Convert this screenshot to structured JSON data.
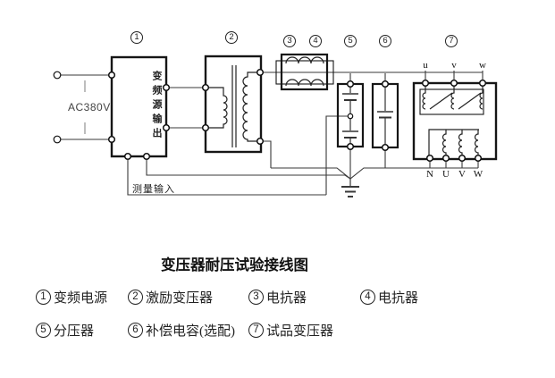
{
  "title": "变压器耐压试验接线图",
  "diagram": {
    "input_label": "AC380V",
    "inverter_output_label": "变频源输出",
    "measure_input_label": "测量输入",
    "numbers": {
      "n1": "1",
      "n2": "2",
      "n3": "3",
      "n4": "4",
      "n5": "5",
      "n6": "6",
      "n7": "7"
    },
    "hv_terminals": {
      "u": "u",
      "v": "v",
      "w": "w"
    },
    "lv_terminals": {
      "n": "N",
      "u": "U",
      "v": "V",
      "w": "W"
    }
  },
  "legend": {
    "items": [
      {
        "num": "1",
        "label": "变频电源"
      },
      {
        "num": "2",
        "label": "激励变压器"
      },
      {
        "num": "3",
        "label": "电抗器"
      },
      {
        "num": "4",
        "label": "电抗器"
      },
      {
        "num": "5",
        "label": "分压器"
      },
      {
        "num": "6",
        "label": "补偿电容(选配)"
      },
      {
        "num": "7",
        "label": "试品变压器"
      }
    ]
  },
  "colors": {
    "wire": "#3a3a3a",
    "box": "#161616",
    "text": "#222222"
  }
}
